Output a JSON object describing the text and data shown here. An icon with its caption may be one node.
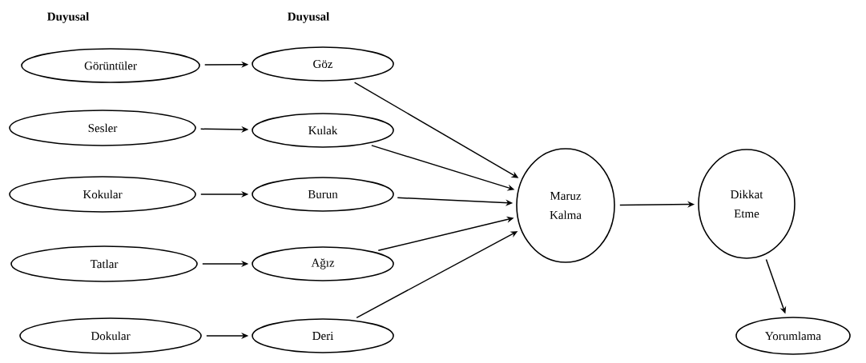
{
  "diagram": {
    "nodes": [
      {
        "text": [
          "Görüntüler"
        ]
      },
      {
        "text": [
          "Göz"
        ]
      },
      {
        "text": [
          "Sesler"
        ]
      },
      {
        "text": [
          "Kulak"
        ]
      },
      {
        "text": [
          "Kokular"
        ]
      },
      {
        "text": [
          "Burun"
        ]
      },
      {
        "text": [
          "Tatlar"
        ]
      },
      {
        "text": [
          "Ağız"
        ]
      },
      {
        "text": [
          "Dokular"
        ]
      },
      {
        "text": [
          "Deri"
        ]
      },
      {
        "text": [
          "Maruz Kalma"
        ]
      },
      {
        "text": [
          "Dikkat Etme"
        ]
      },
      {
        "text": [
          "Yorumlama"
        ]
      }
    ],
    "edges": [
      {
        "from": 0,
        "to": 1,
        "arrow": "to"
      },
      {
        "from": 2,
        "to": 3,
        "arrow": "to"
      },
      {
        "from": 4,
        "to": 5,
        "arrow": "to"
      },
      {
        "from": 6,
        "to": 7,
        "arrow": "to"
      },
      {
        "from": 8,
        "to": 9,
        "arrow": "to"
      },
      {
        "from": 1,
        "to": 10,
        "arrow": "to"
      },
      {
        "from": 3,
        "to": 10,
        "arrow": "to"
      },
      {
        "from": 5,
        "to": 10,
        "arrow": "to"
      },
      {
        "from": 7,
        "to": 10,
        "arrow": "to"
      },
      {
        "from": 9,
        "to": 10,
        "arrow": "to"
      },
      {
        "from": 10,
        "to": 11,
        "arrow": "to"
      },
      {
        "from": 11,
        "to": 12,
        "arrow": "to"
      }
    ],
    "labels": [
      "Duyusal",
      "Duyusal"
    ]
  }
}
